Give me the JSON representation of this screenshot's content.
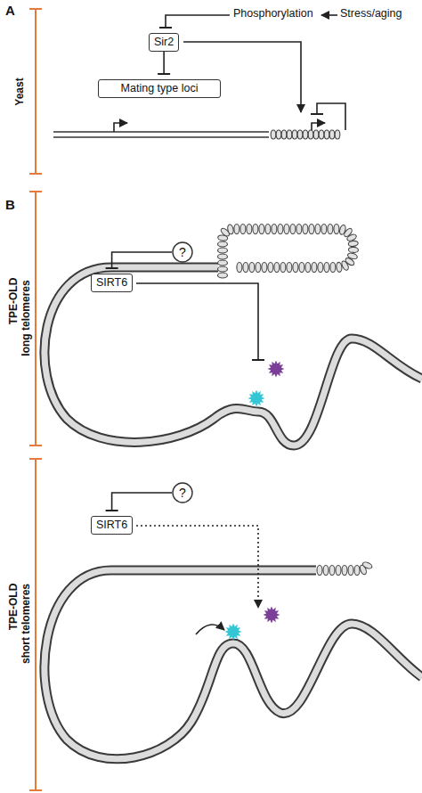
{
  "diagram": {
    "nodes": [
      {
        "text": [
          "Sir2"
        ]
      },
      {
        "text": [
          "Mating type loci"
        ]
      },
      {
        "text": [
          "?"
        ]
      },
      {
        "text": [
          "SIRT6"
        ]
      },
      {
        "text": [
          "?"
        ]
      },
      {
        "text": [
          "SIRT6"
        ]
      }
    ],
    "edges": [
      {
        "from": 0,
        "to": 1,
        "arrow": "to"
      },
      {
        "from": 2,
        "to": 3,
        "arrow": "to"
      },
      {
        "from": 4,
        "to": 5,
        "arrow": "to"
      }
    ],
    "labels": [
      "A",
      "Phosphorylation",
      "Stress/aging",
      "Yeast",
      "B",
      "TPE-OLD long telomeres",
      "TPE-OLD short telomeres"
    ]
  }
}
